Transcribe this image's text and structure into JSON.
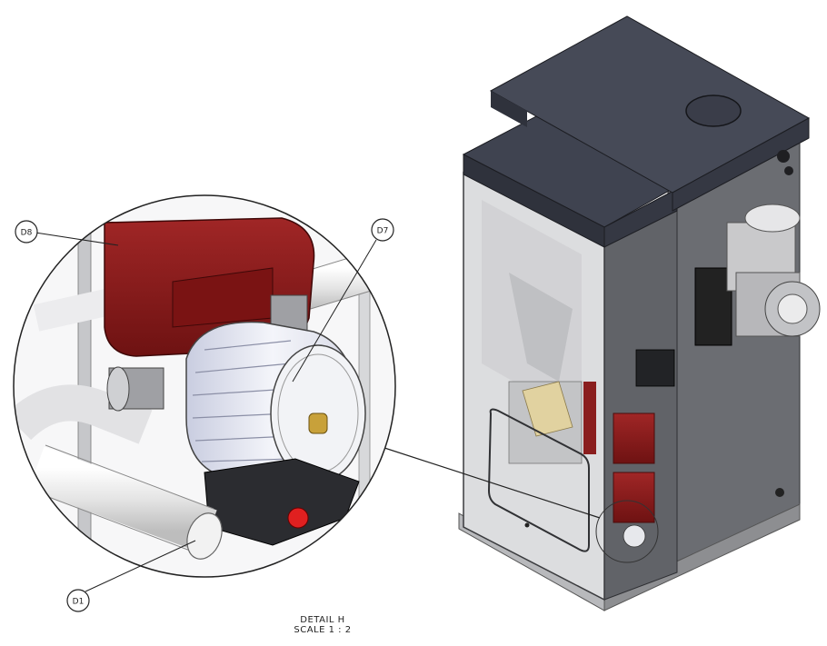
{
  "callouts": {
    "d8": "D8",
    "d7": "D7",
    "d1": "D1"
  },
  "caption": {
    "line1": "DETAIL H",
    "line2": "SCALE 1 : 2"
  },
  "colors": {
    "cabinet_top": "#3f4350",
    "cabinet_side": "#6c6e73",
    "glass_panel": "#d9dadb",
    "red_component": "#8e1b1b",
    "pump_body": "#eef0f6"
  }
}
